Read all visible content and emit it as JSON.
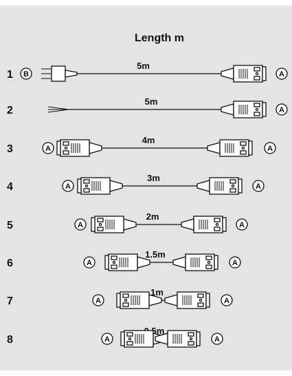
{
  "title": "Length m",
  "rows": [
    {
      "num": "1",
      "length": "5m",
      "left_end": "B",
      "right_end": "A",
      "left_type": "plug"
    },
    {
      "num": "2",
      "length": "5m",
      "left_end": "",
      "right_end": "A",
      "left_type": "bare"
    },
    {
      "num": "3",
      "length": "4m",
      "left_end": "A",
      "right_end": "A",
      "left_type": "connector"
    },
    {
      "num": "4",
      "length": "3m",
      "left_end": "A",
      "right_end": "A",
      "left_type": "connector"
    },
    {
      "num": "5",
      "length": "2m",
      "left_end": "A",
      "right_end": "A",
      "left_type": "connector"
    },
    {
      "num": "6",
      "length": "1.5m",
      "left_end": "A",
      "right_end": "A",
      "left_type": "connector"
    },
    {
      "num": "7",
      "length": "1m",
      "left_end": "A",
      "right_end": "A",
      "left_type": "connector"
    },
    {
      "num": "8",
      "length": "0.5m",
      "left_end": "A",
      "right_end": "A",
      "left_type": "connector"
    }
  ]
}
